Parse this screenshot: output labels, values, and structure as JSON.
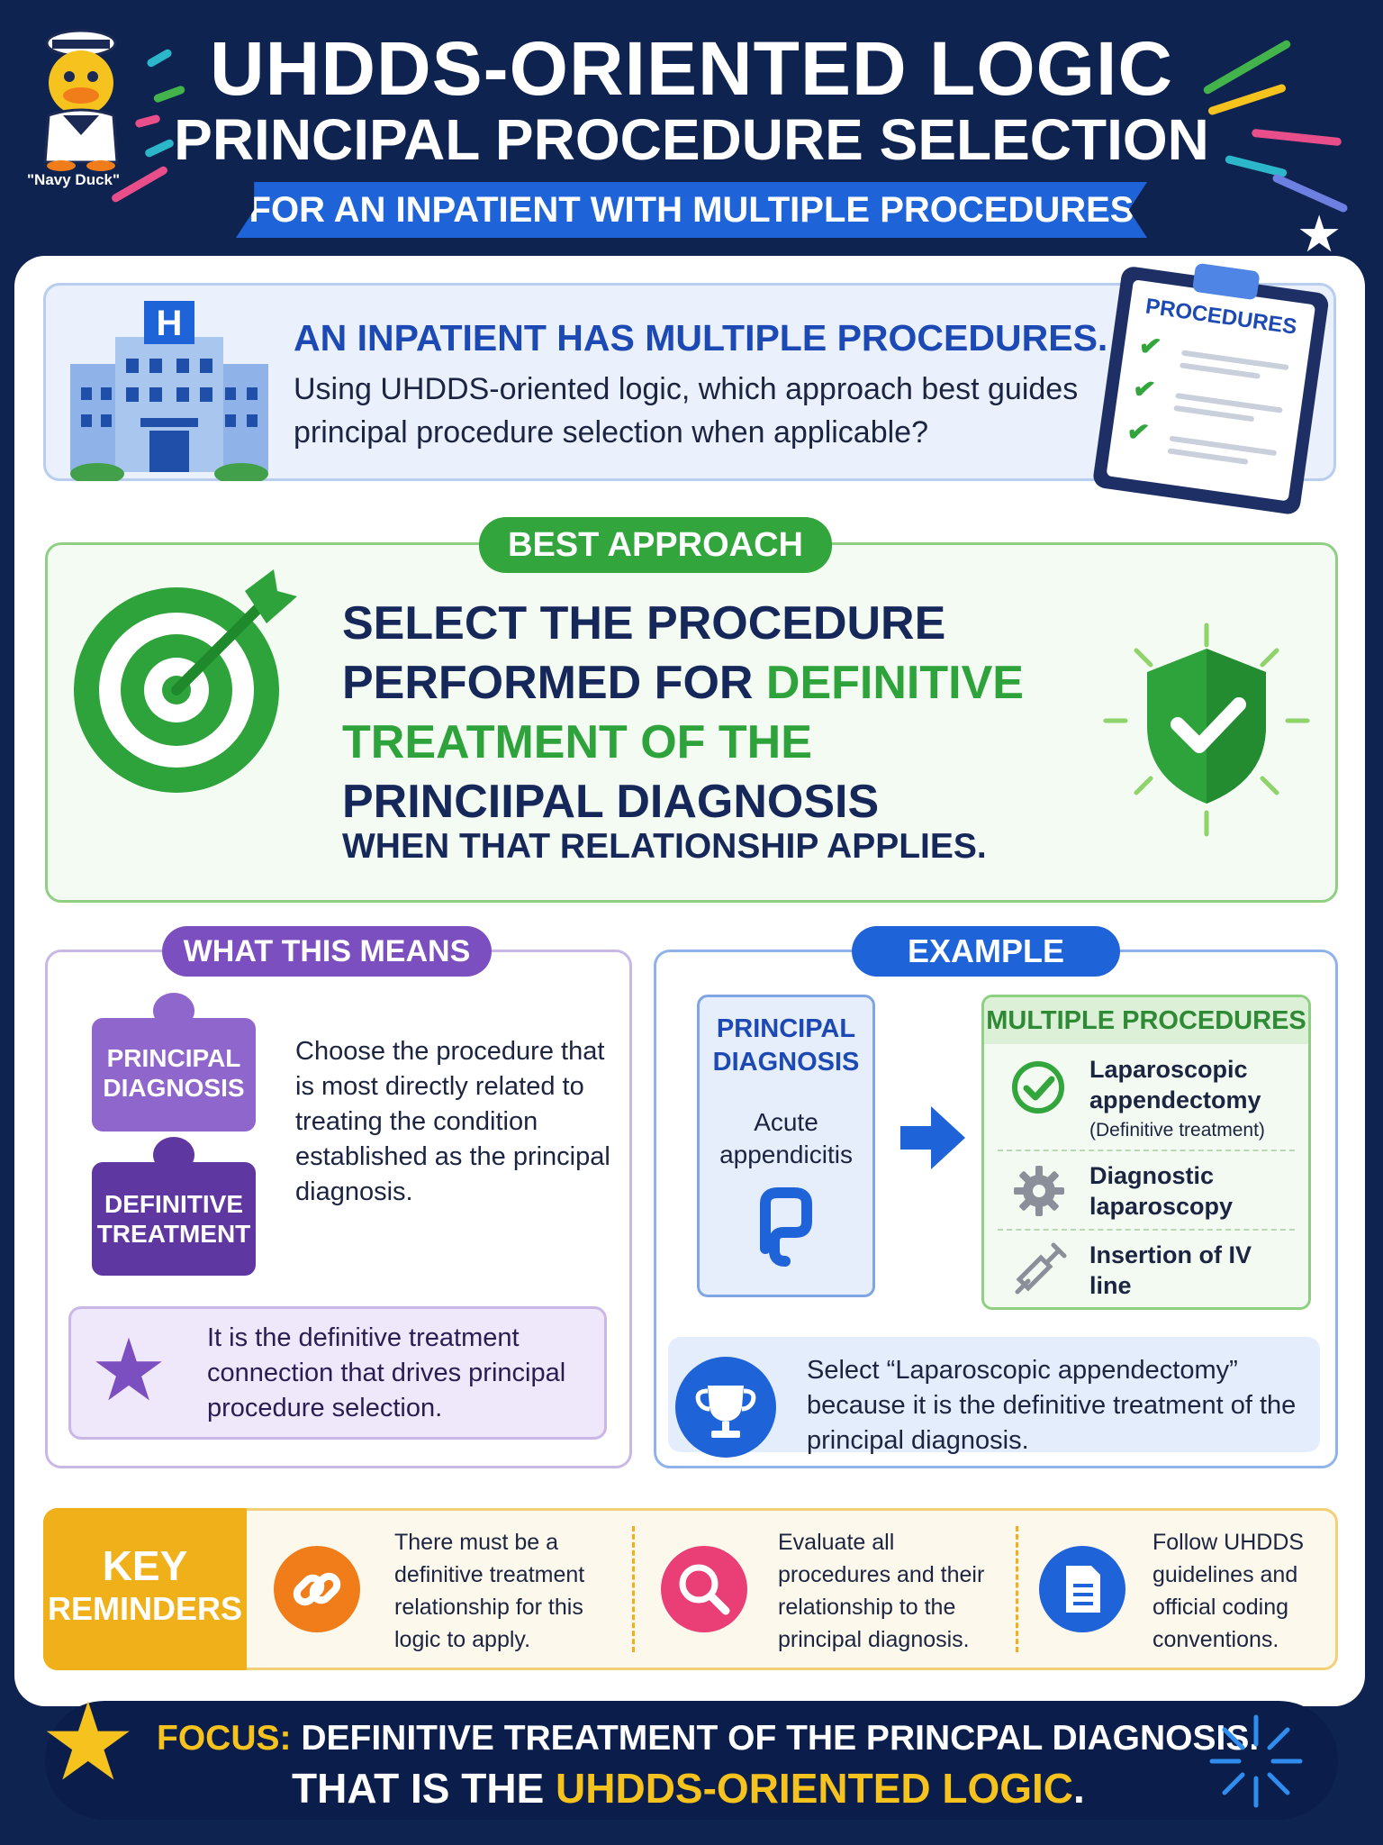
{
  "header": {
    "title_line1": "UHDDS-ORIENTED LOGIC",
    "title_line2": "PRINCIPAL PROCEDURE SELECTION",
    "ribbon": "FOR AN INPATIENT WITH MULTIPLE PROCEDURES",
    "mascot_label": "\"Navy Duck\""
  },
  "question": {
    "hospital_letter": "H",
    "title": "AN INPATIENT HAS MULTIPLE PROCEDURES.",
    "text": "Using UHDDS-oriented logic, which approach best guides principal procedure selection when applicable?",
    "clipboard_label": "PROCEDURES"
  },
  "best_approach": {
    "pill": "BEST APPROACH",
    "line1": "SELECT THE PROCEDURE",
    "line2_a": "PERFORMED FOR ",
    "line2_b": "DEFINITIVE",
    "line3": "TREATMENT OF THE",
    "line4": "PRINCIIPAL DIAGNOSIS",
    "line5": "WHEN THAT RELATIONSHIP APPLIES."
  },
  "means": {
    "pill": "WHAT THIS MEANS",
    "puzzle_top": "PRINCIPAL DIAGNOSIS",
    "puzzle_bottom": "DEFINITIVE TREATMENT",
    "text": "Choose the procedure that is most directly related to treating the condition established as the principal diagnosis.",
    "note": "It is the definitive treatment connection that drives principal procedure selection."
  },
  "example": {
    "pill": "EXAMPLE",
    "pd_title": "PRINCIPAL DIAGNOSIS",
    "pd_value": "Acute appendicitis",
    "mp_title": "MULTIPLE PROCEDURES",
    "procedures": [
      {
        "name": "Laparoscopic appendectomy",
        "sub": "(Definitive treatment)",
        "icon": "check-circle-icon"
      },
      {
        "name": "Diagnostic laparoscopy",
        "sub": "",
        "icon": "gear-icon"
      },
      {
        "name": "Insertion of IV line",
        "sub": "",
        "icon": "syringe-icon"
      }
    ],
    "note": "Select “Laparoscopic appendectomy” because it is the definitive treatment of the principal diagnosis."
  },
  "key_reminders": {
    "label_line1": "KEY",
    "label_line2": "REMINDERS",
    "items": [
      {
        "text": "There must be a definitive treatment relationship for this logic to apply.",
        "icon": "link-icon",
        "color": "#f07d1a"
      },
      {
        "text": "Evaluate all procedures and their relationship to the principal diagnosis.",
        "icon": "magnifier-icon",
        "color": "#ea3f76"
      },
      {
        "text": "Follow UHDDS guidelines and official coding conventions.",
        "icon": "document-icon",
        "color": "#1f63d8"
      }
    ]
  },
  "footer": {
    "focus_label": "FOCUS:",
    "focus_text": " DEFINITIVE TREATMENT OF THE PRINCPAL DIAGNOSIS.",
    "line2_a": "THAT IS THE ",
    "line2_b": "UHDDS-ORIENTED LOGIC",
    "line2_c": "."
  },
  "colors": {
    "navy": "#0f2350",
    "blue": "#1f63d8",
    "green": "#33a53d",
    "purple": "#7c4fc0",
    "gold": "#f0b01a"
  }
}
